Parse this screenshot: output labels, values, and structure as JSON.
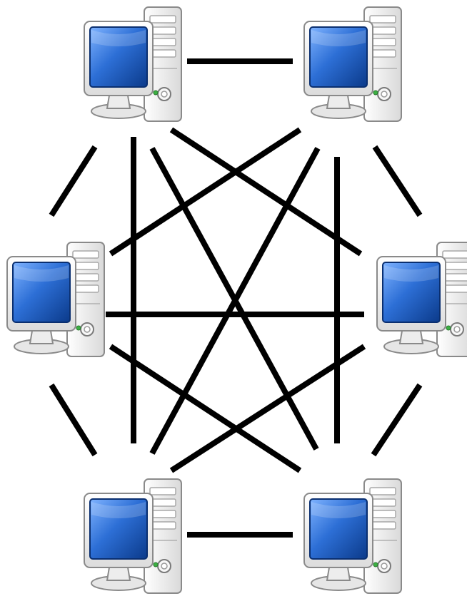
{
  "diagram": {
    "type": "full-mesh-network",
    "nodes": [
      {
        "id": "top-left",
        "kind": "desktop-computer"
      },
      {
        "id": "top-right",
        "kind": "desktop-computer"
      },
      {
        "id": "middle-left",
        "kind": "desktop-computer"
      },
      {
        "id": "middle-right",
        "kind": "desktop-computer"
      },
      {
        "id": "bottom-left",
        "kind": "desktop-computer"
      },
      {
        "id": "bottom-right",
        "kind": "desktop-computer"
      }
    ],
    "links": [
      [
        "top-left",
        "top-right"
      ],
      [
        "top-left",
        "middle-left"
      ],
      [
        "top-left",
        "middle-right"
      ],
      [
        "top-left",
        "bottom-left"
      ],
      [
        "top-left",
        "bottom-right"
      ],
      [
        "top-right",
        "middle-left"
      ],
      [
        "top-right",
        "middle-right"
      ],
      [
        "top-right",
        "bottom-left"
      ],
      [
        "top-right",
        "bottom-right"
      ],
      [
        "middle-left",
        "middle-right"
      ],
      [
        "middle-left",
        "bottom-left"
      ],
      [
        "middle-left",
        "bottom-right"
      ],
      [
        "middle-right",
        "bottom-left"
      ],
      [
        "middle-right",
        "bottom-right"
      ],
      [
        "bottom-left",
        "bottom-right"
      ]
    ],
    "colors": {
      "link": "#000000",
      "screen": "#1f5fbf",
      "case": "#f2f2f2",
      "outline": "#8a8a8a"
    }
  }
}
